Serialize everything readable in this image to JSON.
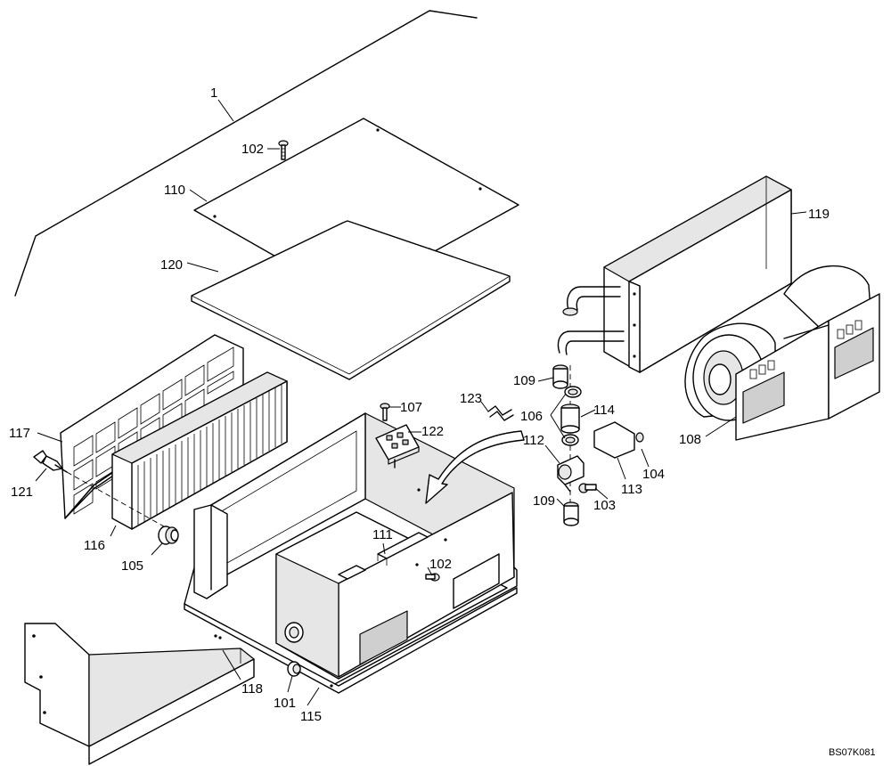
{
  "diagram": {
    "reference_code": "BS07K081",
    "callouts": {
      "c1": "1",
      "c101": "101",
      "c102_top": "102",
      "c102_mid": "102",
      "c103": "103",
      "c104": "104",
      "c105": "105",
      "c106": "106",
      "c107": "107",
      "c108": "108",
      "c109_top": "109",
      "c109_bottom": "109",
      "c110": "110",
      "c111": "111",
      "c112": "112",
      "c113": "113",
      "c114": "114",
      "c115": "115",
      "c116": "116",
      "c117": "117",
      "c118": "118",
      "c119": "119",
      "c120": "120",
      "c121": "121",
      "c122": "122",
      "c123": "123"
    }
  }
}
